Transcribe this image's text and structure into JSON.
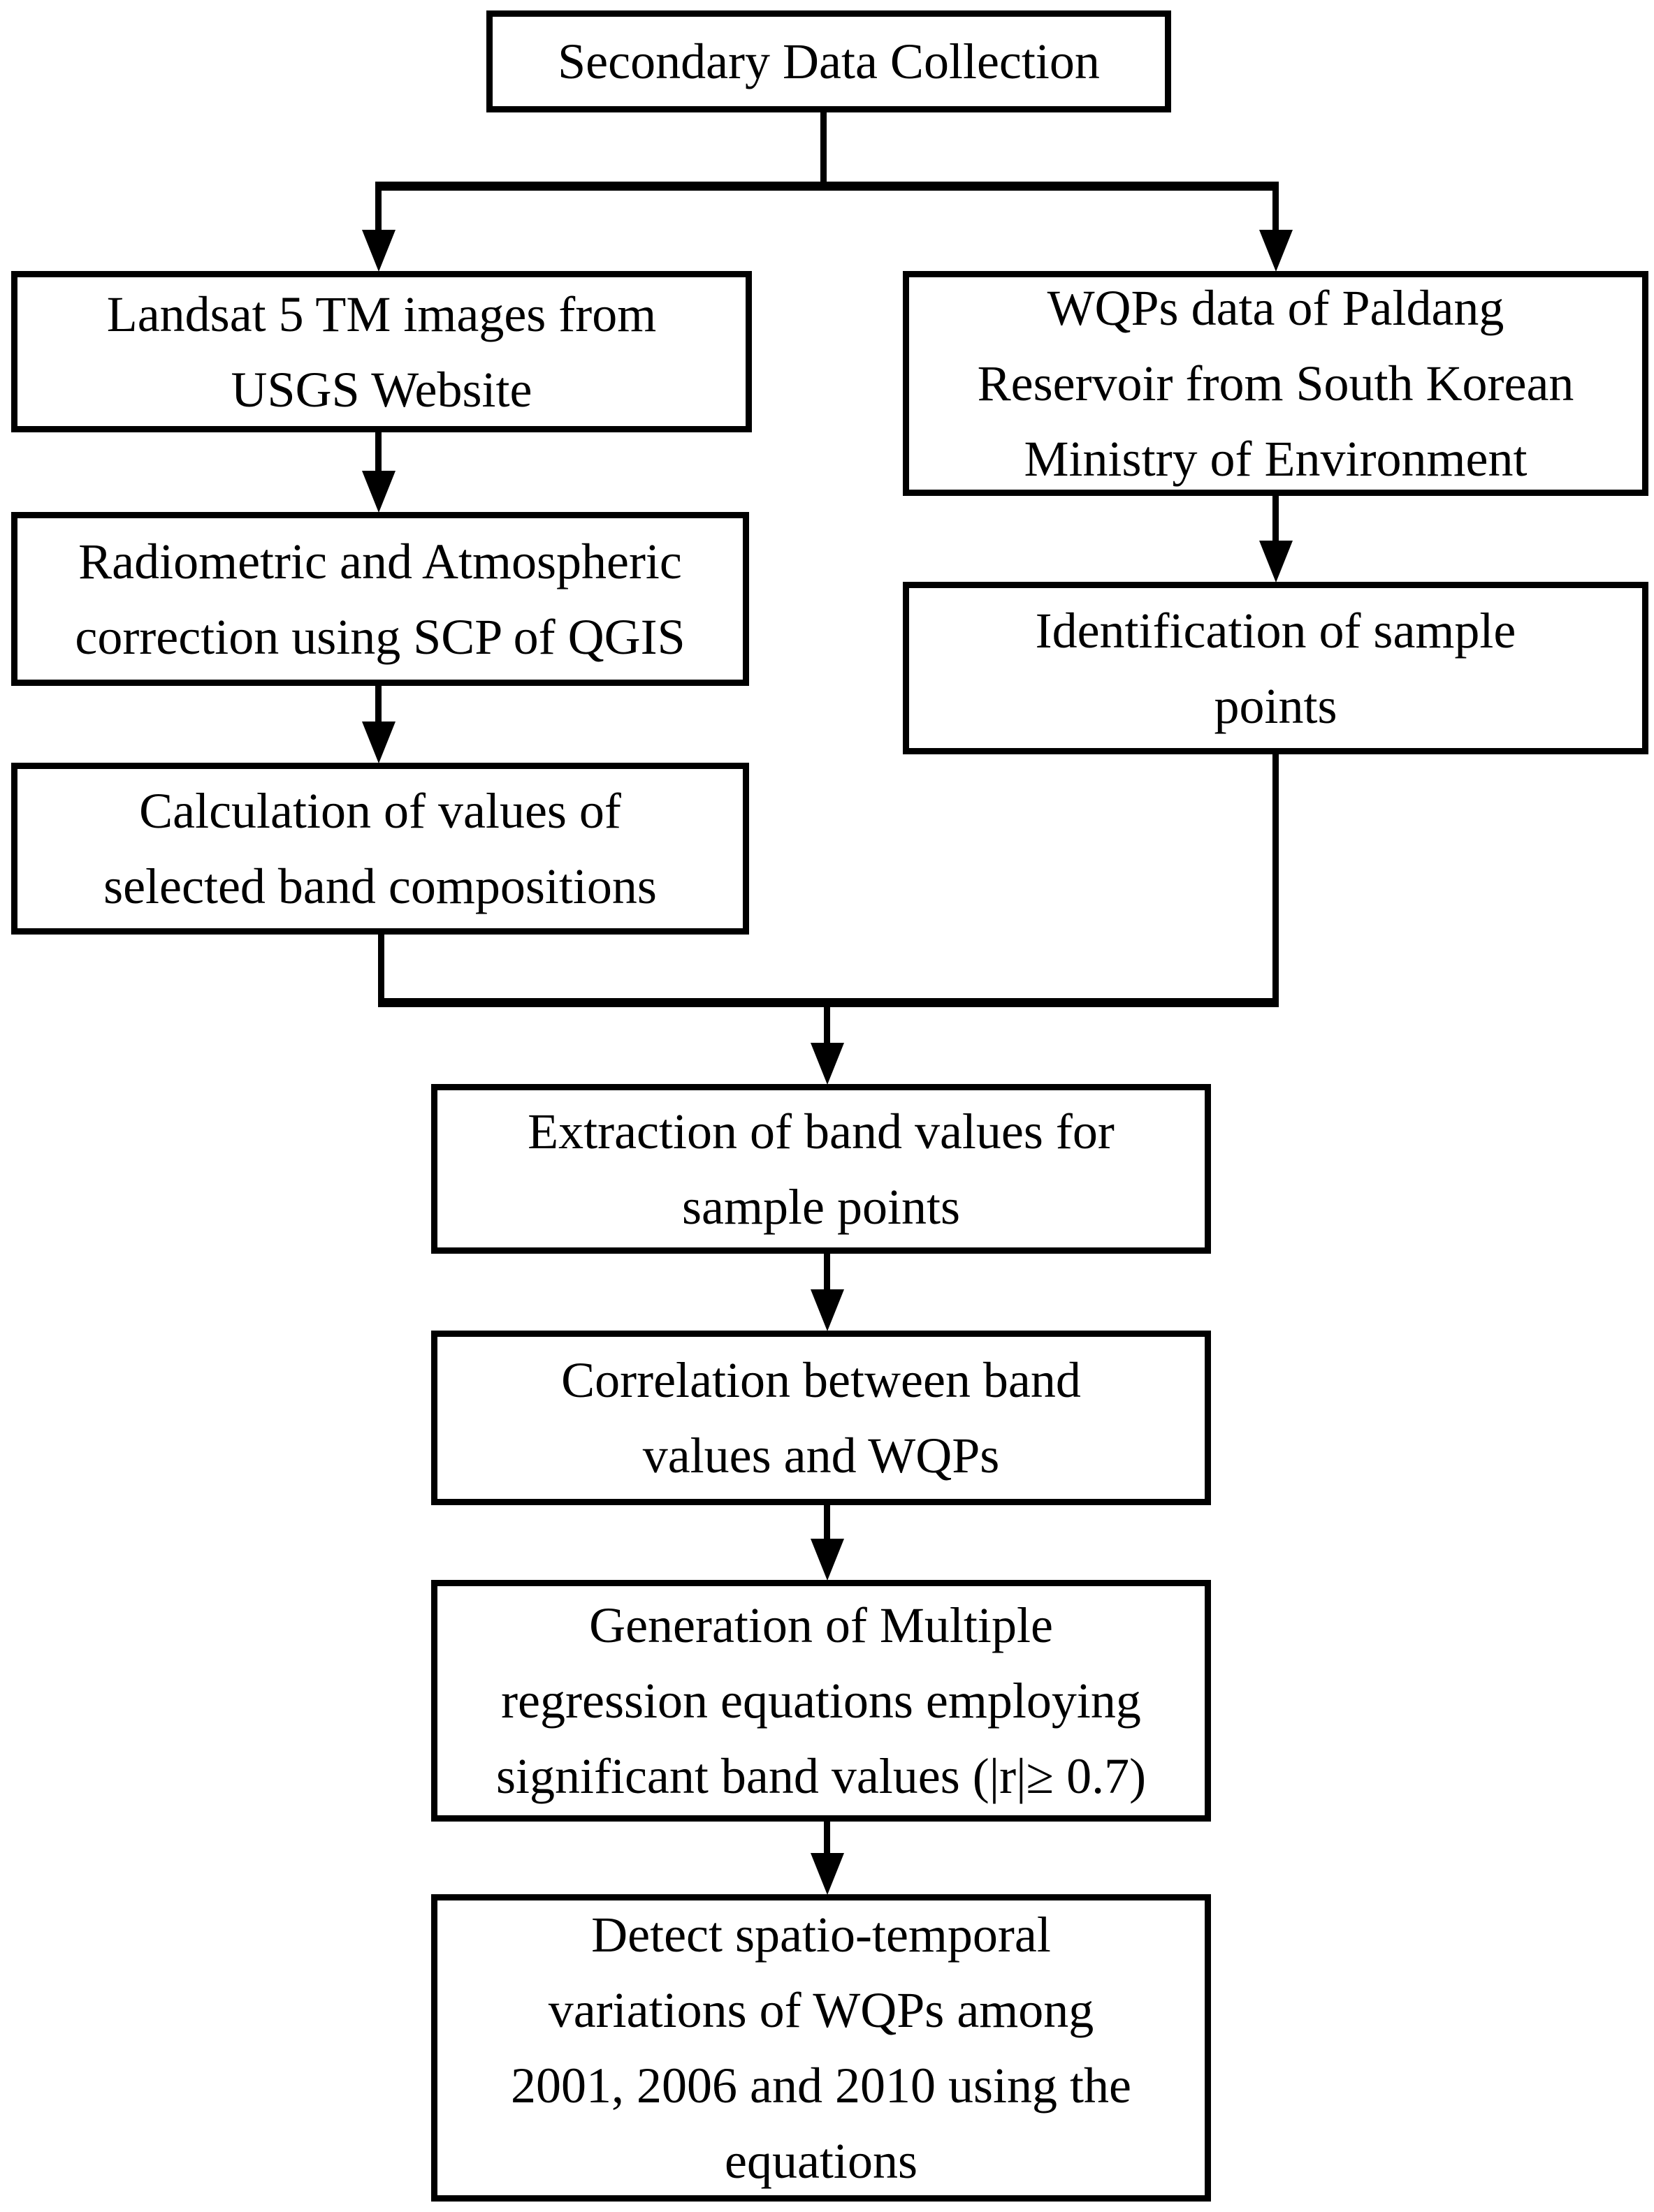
{
  "figure": {
    "type": "flowchart",
    "background_color": "#ffffff",
    "line_color": "#000000",
    "text_color": "#000000"
  },
  "nodes": [
    {
      "id": "secondary-data-collection",
      "lines": [
        "Secondary Data Collection"
      ]
    },
    {
      "id": "landsat-images",
      "lines": [
        "Landsat 5 TM images from",
        "USGS Website"
      ]
    },
    {
      "id": "wqps-data",
      "lines": [
        "WQPs data of Paldang",
        "Reservoir from South Korean",
        "Ministry of Environment"
      ]
    },
    {
      "id": "radiometric-correction",
      "lines": [
        "Radiometric and Atmospheric",
        "correction using SCP of QGIS"
      ]
    },
    {
      "id": "calculation-band-compositions",
      "lines": [
        "Calculation of values of",
        "selected band compositions"
      ]
    },
    {
      "id": "identification-sample-points",
      "lines": [
        "Identification of sample",
        "points"
      ]
    },
    {
      "id": "extraction-band-values",
      "lines": [
        "Extraction of band values for",
        "sample points"
      ]
    },
    {
      "id": "correlation-band-wqps",
      "lines": [
        "Correlation between band",
        "values and WQPs"
      ]
    },
    {
      "id": "generation-regression",
      "lines": [
        "Generation of Multiple",
        "regression equations employing",
        "significant band values (|r|≥ 0.7)"
      ]
    },
    {
      "id": "detect-variations",
      "lines": [
        "Detect spatio-temporal",
        "variations of WQPs among",
        "2001, 2006 and 2010 using the",
        "equations"
      ]
    }
  ],
  "edges": [
    {
      "from": "secondary-data-collection",
      "to": "landsat-images"
    },
    {
      "from": "secondary-data-collection",
      "to": "wqps-data"
    },
    {
      "from": "landsat-images",
      "to": "radiometric-correction"
    },
    {
      "from": "radiometric-correction",
      "to": "calculation-band-compositions"
    },
    {
      "from": "wqps-data",
      "to": "identification-sample-points"
    },
    {
      "from": "calculation-band-compositions",
      "to": "extraction-band-values"
    },
    {
      "from": "identification-sample-points",
      "to": "extraction-band-values"
    },
    {
      "from": "extraction-band-values",
      "to": "correlation-band-wqps"
    },
    {
      "from": "correlation-band-wqps",
      "to": "generation-regression"
    },
    {
      "from": "generation-regression",
      "to": "detect-variations"
    }
  ]
}
